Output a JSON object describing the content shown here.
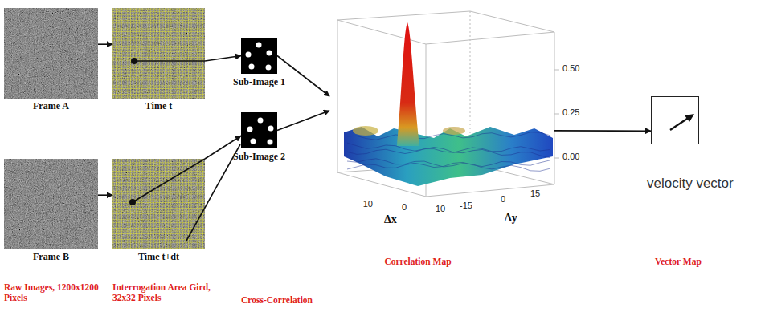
{
  "diagram": {
    "nodes": [
      {
        "text": [
          "Frame A"
        ]
      },
      {
        "text": [
          "Time t"
        ]
      },
      {
        "text": [
          "Frame B"
        ]
      },
      {
        "text": [
          "Time t+dt"
        ]
      },
      {
        "text": [
          "Sub-Image 1"
        ]
      },
      {
        "text": [
          "Sub-Image 2"
        ]
      },
      {
        "text": [
          "Correlation Map"
        ]
      },
      {
        "text": [
          "velocity vector"
        ]
      }
    ],
    "edges": [
      {
        "from": 0,
        "to": 1,
        "arrow": "to"
      },
      {
        "from": 1,
        "to": 4,
        "arrow": "to"
      },
      {
        "from": 2,
        "to": 3,
        "arrow": "to"
      },
      {
        "from": 3,
        "to": 5,
        "arrow": "to"
      },
      {
        "from": 4,
        "to": 6,
        "arrow": "to"
      },
      {
        "from": 5,
        "to": 6,
        "arrow": "to"
      },
      {
        "from": 6,
        "to": 7,
        "arrow": "to"
      }
    ],
    "labels": [
      "0.50",
      "0.25",
      "0.00",
      "-10",
      "0",
      "10",
      "Δx",
      "-15",
      "0",
      "15",
      "Δy",
      "Vector Map",
      "Raw Images, 1200x1200 Pixels",
      "Interrogation Area Gird, 32x32 Pixels",
      "Cross-Correlation"
    ]
  }
}
